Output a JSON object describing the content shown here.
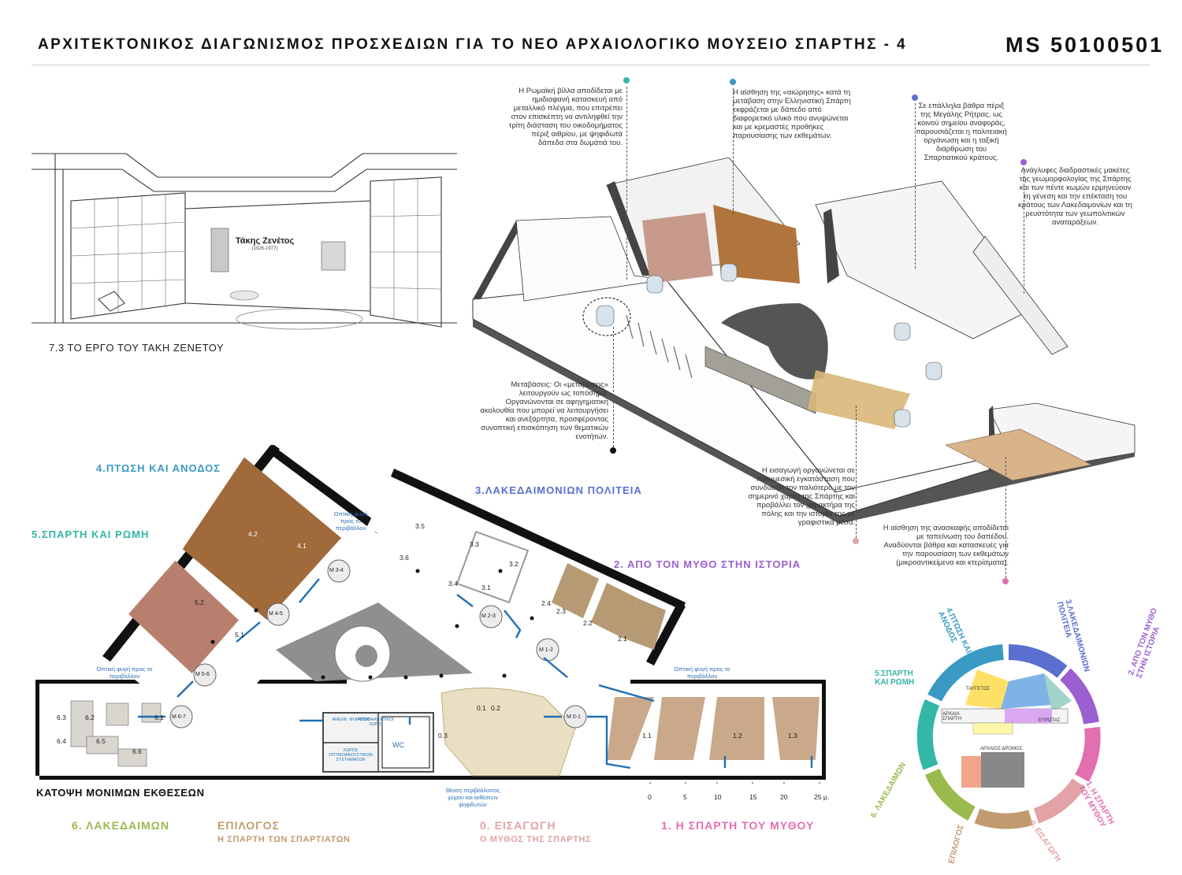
{
  "header": {
    "title": "ΑΡΧΙΤΕΚΤΟΝΙΚΟΣ ΔΙΑΓΩΝΙΣΜΟΣ ΠΡΟΣΧΕΔΙΩΝ ΓΙΑ ΤΟ ΝΕΟ ΑΡΧΑΙΟΛΟΓΙΚΟ ΜΟΥΣΕΙΟ ΣΠΑΡΤΗΣ - 4",
    "code": "MS 50100501"
  },
  "sketch": {
    "caption": "7.3  ΤΟ ΕΡΓΟ ΤΟΥ ΤΑΚΗ ΖΕΝΕΤΟΥ",
    "name": "Τάκης Ζενέτος",
    "years": "(1926-1977)"
  },
  "notes": {
    "roman_villa": "Η Ρωμαϊκή βίλλα αποδίδεται με ημιδιαφανή κατασκευή από μεταλλικό πλέγμα, που επιτρέπει στον επισκέπτη να αντιληφθεί την τρίτη διάσταση του οικοδομήματος πέριξ αιθρίου, με ψηφιδωτά δάπεδα στα δωμάτιά του.",
    "levitation": "Η αίσθηση της «αιώρησης» κατά τη μετάβαση στην Ελληνιστική Σπάρτη εκφράζεται με δάπεδο από διαφορετικό υλικό που ανυψώνεται και με κρεμαστές προθήκες παρουσίασης των εκθεμάτων.",
    "rhetra": "Σε επάλληλα βάθρα πέριξ της Μεγάλης Ρήτρας, ως κοινού σημείου αναφοράς, παρουσιάζεται η πολιτειακή οργάνωση και η ταξική διάρθρωση του Σπαρτιατικού κράτους.",
    "models": "Ανάγλυφες διαδραστικές μακέτες της γεωμορφολογίας της Σπάρτης και των πέντε κωμών ερμηνεύουν τη γένεση και την επέκταση του κράτους των Λακεδαιμονίων και τη ρευστότητα των γεωπολιτικών αναταράξεων.",
    "transitions": "Μεταβάσεις: Οι «μεταβάσεις» λειτουργούν ως τοπόσημα. Οργανώνονται σε αφηγηματική ακολουθία που μπορεί να λειτουργήσει και ανεξάρτητα, προσφέροντας συνοπτική επισκόπηση των θεματικών ενοτήτων.",
    "intro": "Η εισαγωγή οργανώνεται σε πολυμεσική εγκατάσταση που συνδυάζει τον παλιότερο με τον σημερινό χάρτη της Σπάρτης και προβάλλει τον χαρακτήρα της πόλης και την ιστορία της με γραφιστικά μέσα.",
    "excavation": "Η αίσθηση της ανασκαφής αποδίδεται με ταπείνωση του δαπέδου. Αναδύονται βάθρα και κατασκευές για την παρουσίαση των εκθεμάτων (μικροαντικείμενα και κτερίσματα)."
  },
  "sections": {
    "s4": "4.ΠΤΩΣΗ ΚΑΙ ΑΝΟΔΟΣ",
    "s3": "3.ΛΑΚΕΔΑΙΜΟΝΙΩΝ ΠΟΛΙΤΕΙΑ",
    "s5": "5.ΣΠΑΡΤΗ ΚΑΙ ΡΩΜΗ",
    "s2": "2. ΑΠΟ ΤΟΝ ΜΥΘΟ ΣΤΗΝ ΙΣΤΟΡΙΑ"
  },
  "plan": {
    "caption": "ΚΑΤΟΨΗ ΜΟΝΙΜΩΝ ΕΚΘΕΣΕΩΝ",
    "view1": "Οπτική φυγή προς το περιβάλλον",
    "view2": "Οπτική φυγή προς το περιβάλλον",
    "view3": "Οπτική φυγή προς το περιβάλλον",
    "view4": "Οπτική φυγή προς το περιβάλλον",
    "surroundings": "Θέαση περιβάλλοντος χώρου και εκθέσεων ψηφιδωτών",
    "room_loading": "ΑΝΕΛΚ. ΦΟΡΤΙΩΝ",
    "room_stores": "ΑΠΟΘΗΚΕΥΤΙΚΟΙ ΧΩΡΟΙ",
    "room_servers": "ΧΩΡΟΣ ΟΠΤΙΚΟΑΚΟΥΣΤΙΚΩΝ ΣΥΣΤΗΜΑΤΩΝ",
    "wc": "WC",
    "scale": [
      "0",
      "5",
      "10",
      "15",
      "20",
      "25 μ."
    ],
    "rooms": [
      "1.1",
      "1.2",
      "1.3",
      "0.1",
      "0.2",
      "0.3",
      "2.1",
      "2.2",
      "2.3",
      "2.4",
      "3.1",
      "3.2",
      "3.3",
      "3.4",
      "3.5",
      "3.6",
      "4.1",
      "4.2",
      "5.1",
      "5.2",
      "6.1",
      "6.2",
      "6.3",
      "6.4",
      "6.5",
      "6.6"
    ],
    "transitions": [
      "Μ 0-1",
      "Μ 1-2",
      "Μ 2-3",
      "Μ 3-4",
      "Μ 4-5",
      "Μ 5-6",
      "Μ 6-7"
    ]
  },
  "bottom": {
    "b6": "6. ΛΑΚΕΔΑΙΜΩΝ",
    "ep": "ΕΠΙΛΟΓΟΣ",
    "ep_sub": "Η ΣΠΑΡΤΗ ΤΩΝ ΣΠΑΡΤΙΑΤΩΝ",
    "b0": "0. ΕΙΣΑΓΩΓΗ",
    "b0_sub": "Ο ΜΥΘΟΣ ΤΗΣ ΣΠΑΡΤΗΣ",
    "b1": "1. Η ΣΠΑΡΤΗ ΤΟΥ ΜΥΘΟΥ"
  },
  "circle": {
    "labels": [
      "4.ΠΤΩΣΗ ΚΑΙ ΑΝΟΔΟΣ",
      "3.ΛΑΚΕΔΑΙΜΟΝΙΩΝ ΠΟΛΙΤΕΙΑ",
      "2. ΑΠΟ ΤΟΝ ΜΥΘΟ ΣΤΗΝ ΙΣΤΟΡΙΑ",
      "1. Η ΣΠΑΡΤΗ ΤΟΥ ΜΥΘΟΥ",
      "0. ΕΙΣΑΓΩΓΗ",
      "ΕΠΙΛΟΓΟΣ",
      "6. ΛΑΚΕΔΑΙΜΩΝ",
      "5.ΣΠΑΡΤΗ ΚΑΙ ΡΩΜΗ"
    ],
    "center": {
      "taygetos": "ΤΑΥΓΕΤΟΣ",
      "sparta": "ΑΡΧΑΙΑ ΣΠΑΡΤΗ",
      "eurotas": "ΕΥΡΩΤΑΣ",
      "road": "ΑΡΧΑΙΟΣ ΔΡΟΜΟΣ"
    }
  },
  "colors": {
    "s0": "#e2a2a6",
    "s1": "#e26fae",
    "s2": "#9b5fd1",
    "s3": "#5a6fcf",
    "s4": "#3a9ac4",
    "s5": "#33b7a6",
    "s6": "#9aba4e",
    "ep": "#c19b70",
    "arrow": "#1e6fb5"
  }
}
